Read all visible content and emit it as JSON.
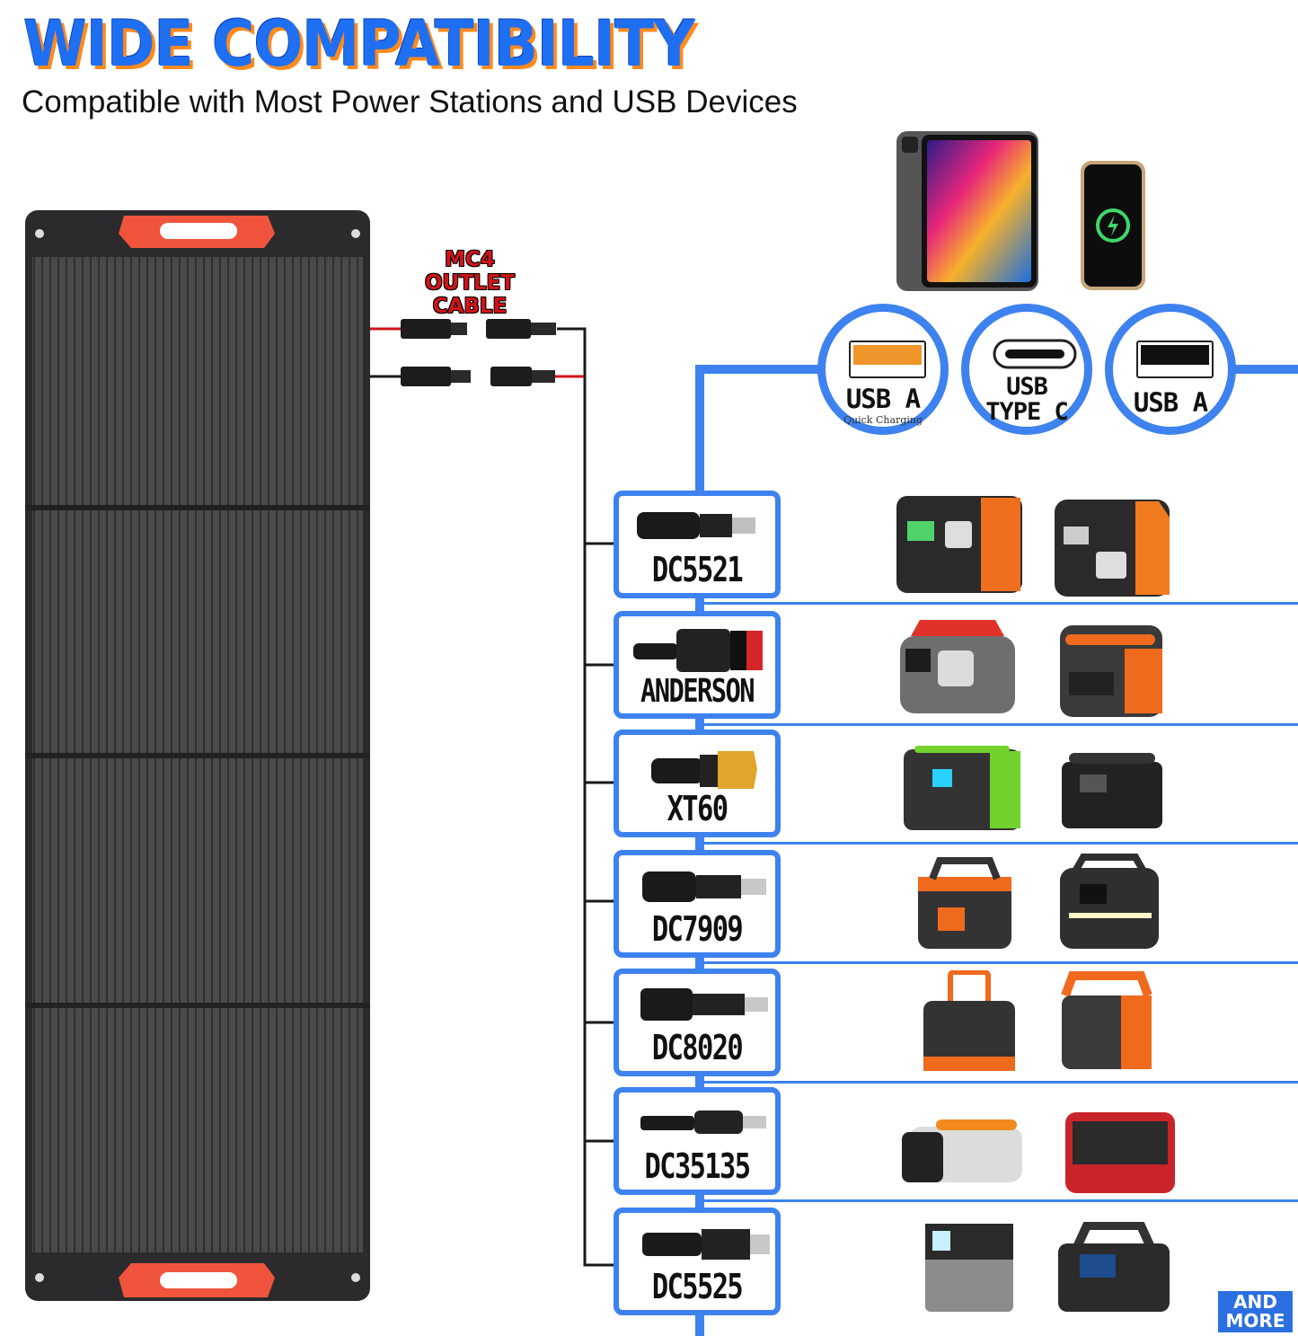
{
  "header": {
    "title": "WIDE COMPATIBILITY",
    "subtitle": "Compatible with Most Power Stations and USB Devices"
  },
  "cable": {
    "label_line1": "MC4",
    "label_line2": "OUTLET CABLE"
  },
  "usb_ports": [
    {
      "label": "USB A",
      "sub": "Quick Charging",
      "icon": "usb-a-orange-icon"
    },
    {
      "label_line1": "USB",
      "label_line2": "TYPE C",
      "icon": "usb-c-icon"
    },
    {
      "label": "USB A",
      "icon": "usb-a-black-icon"
    }
  ],
  "connectors": [
    {
      "label": "DC5521"
    },
    {
      "label": "ANDERSON"
    },
    {
      "label": "XT60"
    },
    {
      "label": "DC7909"
    },
    {
      "label": "DC8020"
    },
    {
      "label": "DC35135"
    },
    {
      "label": "DC5525"
    }
  ],
  "footer": {
    "line1": "AND",
    "line2": "MORE"
  },
  "colors": {
    "accent_blue": "#3d82ef",
    "orange": "#ff8a1e",
    "panel": "#3b3b3d",
    "handle": "#f0543c"
  }
}
